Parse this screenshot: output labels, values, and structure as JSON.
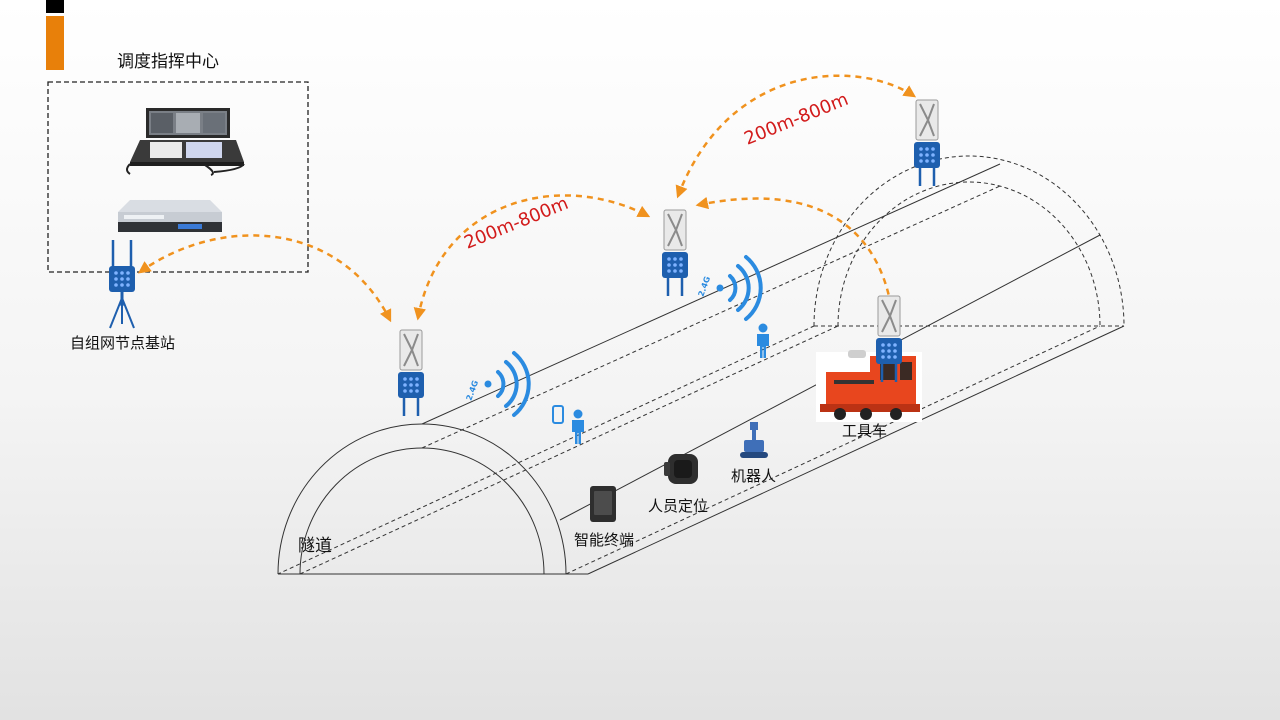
{
  "center": {
    "title": "调度指挥中心"
  },
  "labels": {
    "node_station": "自组网节点基站",
    "tunnel": "隧道",
    "smart_terminal": "智能终端",
    "personnel_positioning": "人员定位",
    "robot": "机器人",
    "work_vehicle": "工具车"
  },
  "links": [
    {
      "distance": "200m-800m"
    },
    {
      "distance": "200m-800m"
    }
  ],
  "wifi": [
    {
      "band": "2.4G"
    },
    {
      "band": "2.4G"
    }
  ],
  "colors": {
    "accent_bar": "#e8800a",
    "dark_bar": "#000000",
    "link_arrow": "#f0921e",
    "distance_text": "#d21b1b",
    "node_blue": "#1e5fae",
    "wifi_blue": "#2b8be0",
    "vehicle": "#e8461e"
  }
}
